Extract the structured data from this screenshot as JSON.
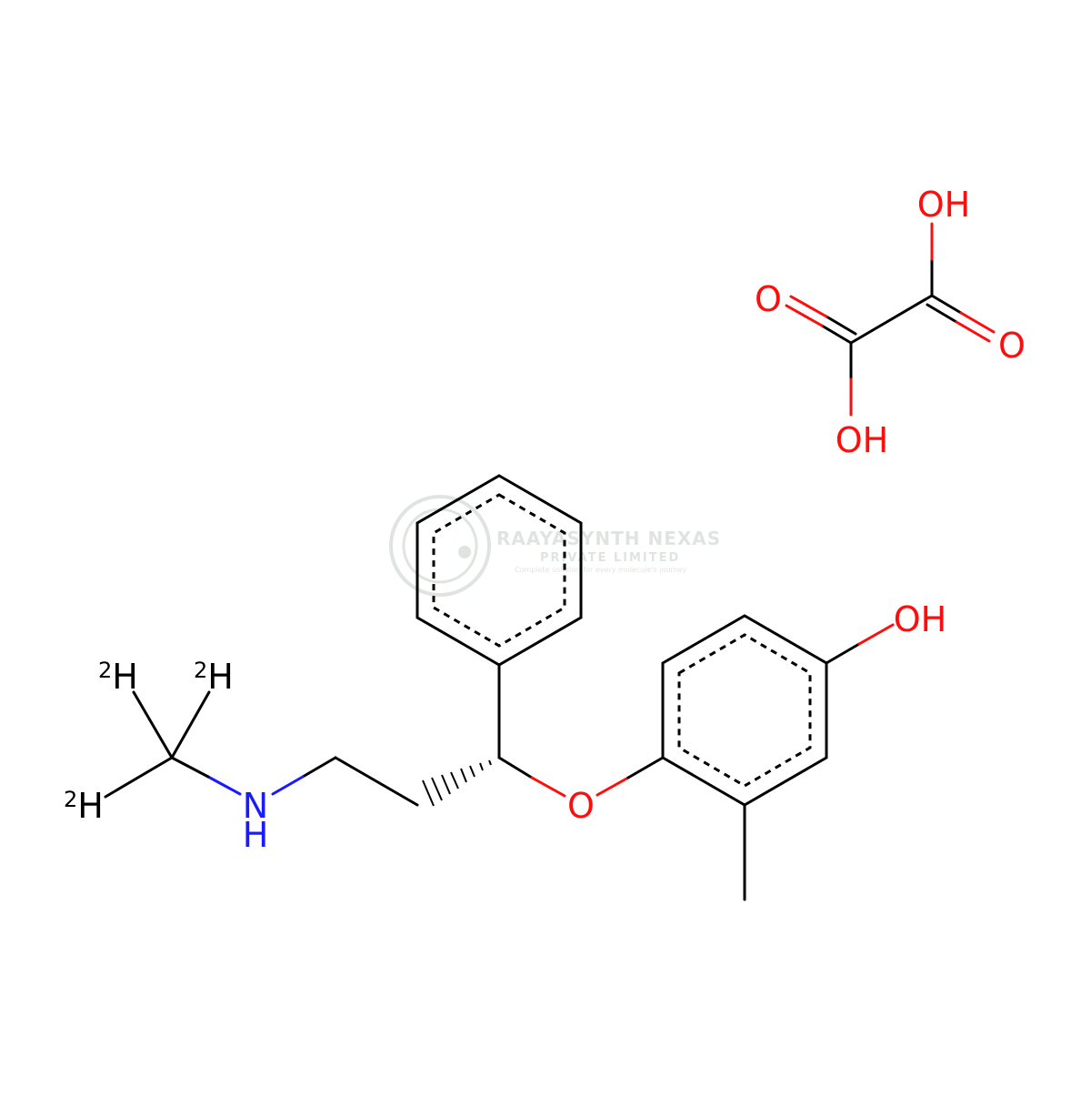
{
  "diagram": {
    "atom_colors": {
      "carbon": "#000000",
      "oxygen": "#ff0d0d",
      "nitrogen": "#1a1aff"
    },
    "atoms": {
      "oxalic_oh_top": "OH",
      "oxalic_o_left": "O",
      "oxalic_o_right": "O",
      "oxalic_oh_bottom": "OH",
      "phenol_oh": "OH",
      "ether_o": "O",
      "amine_n": "N",
      "amine_h": "H",
      "deuterium_1": {
        "iso": "2",
        "el": "H"
      },
      "deuterium_2": {
        "iso": "2",
        "el": "H"
      },
      "deuterium_3": {
        "iso": "2",
        "el": "H"
      }
    }
  },
  "watermark": {
    "title": "RAAYASYNTH NEXAS",
    "subtitle": "PRIVATE LIMITED",
    "tagline": "Complete solution for every molecule's journey",
    "color": "#c8cec8"
  }
}
